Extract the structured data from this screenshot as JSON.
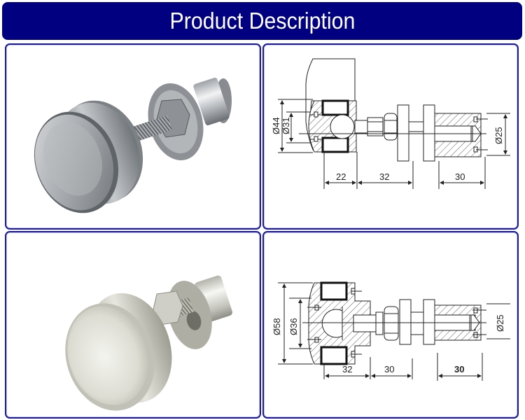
{
  "header": {
    "title": "Product Description"
  },
  "colors": {
    "header_bg": "#000080",
    "panel_border": "#1a1a9a",
    "header_text": "#ffffff"
  },
  "panels": [
    {
      "id": "photo-1",
      "type": "product-photo",
      "description": "Polished stainless steel glass routel / spider fitting with round cap, threaded bolt, hex nut, washer and cylindrical sleeve"
    },
    {
      "id": "drawing-1",
      "type": "technical-drawing",
      "labels": {
        "outer_diameter": "Ø44",
        "inner_diameter": "Ø31",
        "sleeve_diameter": "Ø25",
        "head_length": "22",
        "bolt_length": "32",
        "sleeve_length": "30"
      }
    },
    {
      "id": "photo-2",
      "type": "product-photo",
      "description": "Satin stainless steel glass routel fitting with larger round cap, threaded bolt, hex nut, washer and cylindrical sleeve"
    },
    {
      "id": "drawing-2",
      "type": "technical-drawing",
      "labels": {
        "outer_diameter": "Ø58",
        "inner_diameter": "Ø36",
        "sleeve_diameter": "Ø25",
        "head_length": "32",
        "bolt_length": "30",
        "sleeve_length": "30"
      }
    }
  ]
}
